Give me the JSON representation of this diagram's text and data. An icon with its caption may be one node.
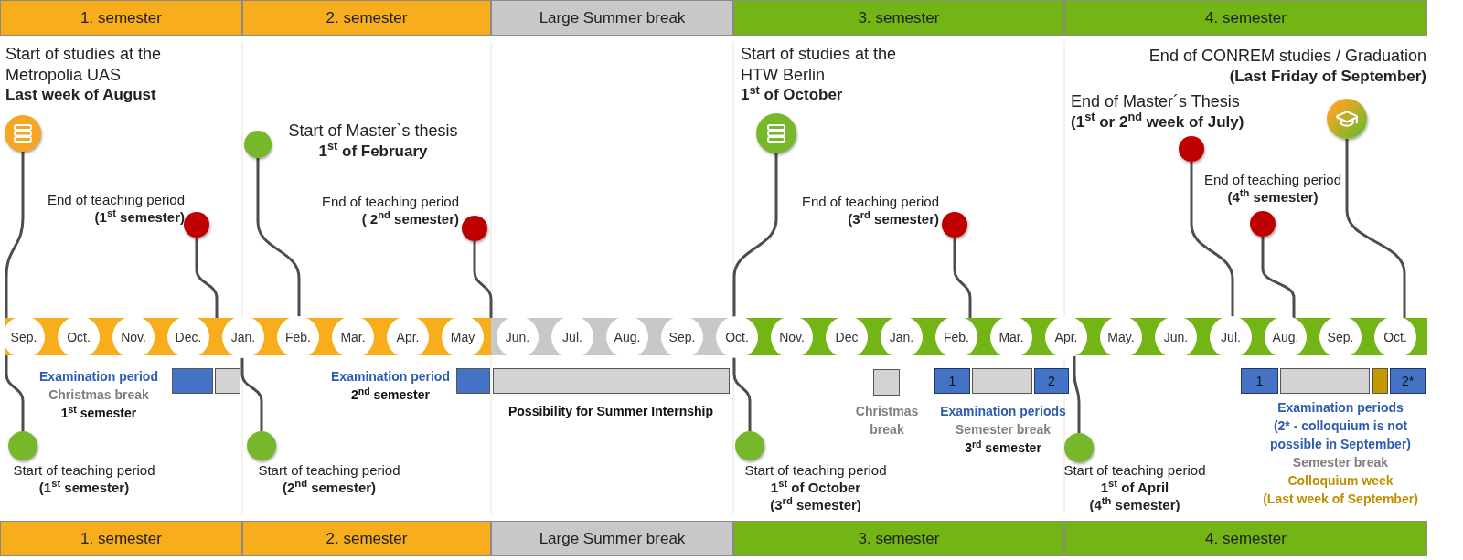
{
  "diagram": {
    "nodes": [
      {
        "text": [
          "1. semester"
        ]
      },
      {
        "text": [
          "2. semester"
        ]
      },
      {
        "text": [
          "Large Summer break"
        ]
      },
      {
        "text": [
          "3. semester"
        ]
      },
      {
        "text": [
          "4. semester"
        ]
      },
      {
        "text": [],
        "shape": "bar"
      },
      {
        "text": [
          "Sep."
        ],
        "in": 5
      },
      {
        "text": [
          "Oct."
        ],
        "in": 5
      },
      {
        "text": [
          "Nov."
        ],
        "in": 5
      },
      {
        "text": [
          "Dec."
        ],
        "in": 5
      },
      {
        "text": [
          "Jan."
        ],
        "in": 5
      },
      {
        "text": [
          "Feb."
        ],
        "in": 5
      },
      {
        "text": [
          "Mar."
        ],
        "in": 5
      },
      {
        "text": [
          "Apr."
        ],
        "in": 5
      },
      {
        "text": [
          "May"
        ],
        "in": 5
      },
      {
        "text": [
          "Jun."
        ],
        "in": 5
      },
      {
        "text": [
          "Jul."
        ],
        "in": 5
      },
      {
        "text": [
          "Aug."
        ],
        "in": 5
      },
      {
        "text": [
          "Sep."
        ],
        "in": 5
      },
      {
        "text": [
          "Oct."
        ],
        "in": 5
      },
      {
        "text": [
          "Nov."
        ],
        "in": 5
      },
      {
        "text": [
          "Dec"
        ],
        "in": 5
      },
      {
        "text": [
          "Jan."
        ],
        "in": 5
      },
      {
        "text": [
          "Feb."
        ],
        "in": 5
      },
      {
        "text": [
          "Mar."
        ],
        "in": 5
      },
      {
        "text": [
          "Apr."
        ],
        "in": 5
      },
      {
        "text": [
          "May."
        ],
        "in": 5
      },
      {
        "text": [
          "Jun."
        ],
        "in": 5
      },
      {
        "text": [
          "Jul."
        ],
        "in": 5
      },
      {
        "text": [
          "Aug."
        ],
        "in": 5
      },
      {
        "text": [
          "Sep."
        ],
        "in": 5
      },
      {
        "text": [
          "Oct."
        ],
        "in": 5
      },
      {
        "text": [],
        "shape": "circle",
        "beside": [
          "Start of studies at the Metropolia UAS",
          "Last week of August"
        ]
      },
      {
        "text": [],
        "shape": "circle",
        "beside": [
          "End of teaching period",
          "(1$^{st}$ semester)"
        ]
      },
      {
        "text": [],
        "shape": "circle",
        "beside": [
          "Start of Master`s thesis",
          "1$^{st}$ of February"
        ]
      },
      {
        "text": [],
        "shape": "circle",
        "beside": [
          "End of teaching period",
          "( 2$^{nd}$ semester)"
        ]
      },
      {
        "text": [],
        "shape": "circle",
        "beside": [
          "Start of studies at the HTW Berlin",
          "1$^{st}$ of October"
        ]
      },
      {
        "text": [],
        "shape": "circle",
        "beside": [
          "End of teaching period",
          "(3$^{rd}$ semester)"
        ]
      },
      {
        "text": [],
        "shape": "circle",
        "beside": [
          "End of Master´s Thesis",
          "(1$^{st}$ or 2$^{nd}$ week of July)"
        ]
      },
      {
        "text": [],
        "shape": "circle",
        "beside": [
          "End of teaching period",
          "(4$^{th}$ semester)"
        ]
      },
      {
        "text": [],
        "shape": "circle",
        "beside": [
          "End of CONREM studies / Graduation",
          "(Last Friday of September)"
        ]
      },
      {
        "text": [],
        "shape": "circle",
        "beside": [
          "Start of teaching period",
          "(1$^{st}$ semester)"
        ]
      },
      {
        "text": [],
        "shape": "circle",
        "beside": [
          "Start of teaching period",
          "(2$^{nd}$ semester)"
        ]
      },
      {
        "text": [],
        "shape": "circle",
        "beside": [
          "Start of teaching period",
          "1$^{st}$ of October",
          "(3$^{rd}$ semester)"
        ]
      },
      {
        "text": [],
        "shape": "circle",
        "beside": [
          "Start of teaching period",
          "1$^{st}$ of April",
          "(4$^{th}$ semester)"
        ]
      },
      {
        "text": [],
        "shape": "box"
      },
      {
        "text": [],
        "shape": "box"
      },
      {
        "text": [],
        "shape": "box"
      },
      {
        "text": [],
        "shape": "box"
      },
      {
        "text": [],
        "shape": "box"
      },
      {
        "text": [
          "1"
        ]
      },
      {
        "text": [],
        "shape": "box"
      },
      {
        "text": [
          "2"
        ]
      },
      {
        "text": [
          "1"
        ]
      },
      {
        "text": [],
        "shape": "box"
      },
      {
        "text": [],
        "shape": "box"
      },
      {
        "text": [
          "2*"
        ]
      },
      {
        "text": [
          "1. semester"
        ]
      },
      {
        "text": [
          "2. semester"
        ]
      },
      {
        "text": [
          "Large Summer break"
        ]
      },
      {
        "text": [
          "3. semester"
        ]
      },
      {
        "text": [
          "4. semester"
        ]
      }
    ],
    "edges": [
      {
        "from": 32,
        "to": 5,
        "arrow": "none"
      },
      {
        "from": 33,
        "to": 5,
        "arrow": "none"
      },
      {
        "from": 34,
        "to": 5,
        "arrow": "none"
      },
      {
        "from": 35,
        "to": 5,
        "arrow": "none"
      },
      {
        "from": 36,
        "to": 5,
        "arrow": "none"
      },
      {
        "from": 37,
        "to": 5,
        "arrow": "none"
      },
      {
        "from": 38,
        "to": 5,
        "arrow": "none"
      },
      {
        "from": 39,
        "to": 5,
        "arrow": "none"
      },
      {
        "from": 40,
        "to": 5,
        "arrow": "none"
      },
      {
        "from": 41,
        "to": 5,
        "arrow": "none"
      },
      {
        "from": 42,
        "to": 5,
        "arrow": "none"
      },
      {
        "from": 43,
        "to": 5,
        "arrow": "none"
      },
      {
        "from": 44,
        "to": 5,
        "arrow": "none"
      }
    ],
    "labels": [
      "Examination period",
      "Christmas break",
      "1$^{st}$ semester",
      "Examination period",
      "2$^{nd}$ semester",
      "Possibility for Summer Internship",
      "Christmas break",
      "Examination periods",
      "Semester break",
      "3$^{rd}$ semester",
      "Examination periods",
      "(2* - colloquium is not possible in September)",
      "Semester break",
      "Colloquium week",
      "(Last week of September)"
    ]
  }
}
